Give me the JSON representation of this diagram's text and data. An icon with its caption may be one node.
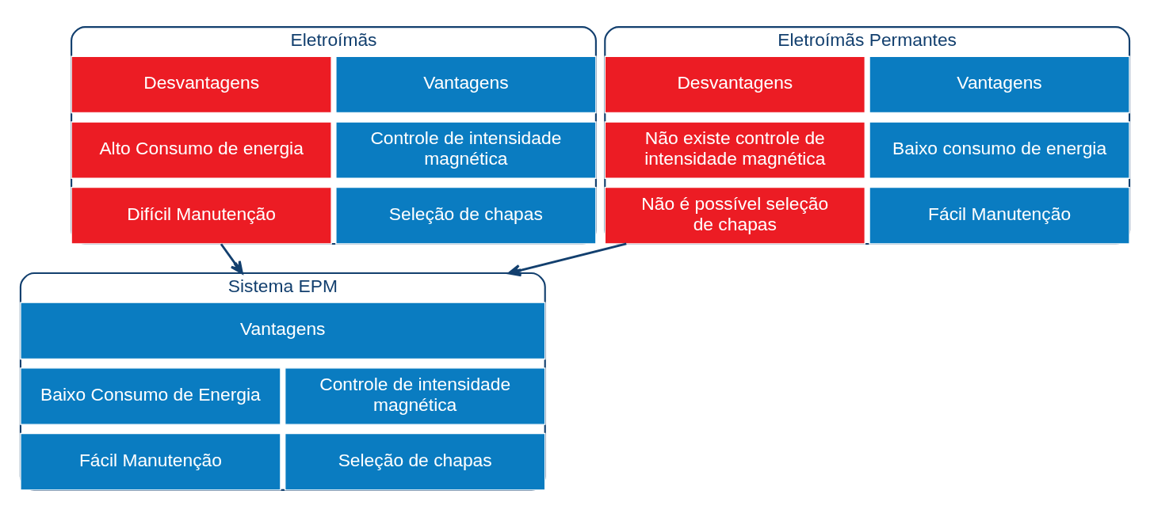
{
  "diagram": {
    "nodes": [
      {
        "text": [
          "Eletroímãs"
        ]
      },
      {
        "text": [
          "Vantagens"
        ],
        "in": 0
      },
      {
        "text": [
          "Desvantagens"
        ],
        "in": 0
      },
      {
        "text": [
          "Controle de intensidade magnética"
        ],
        "in": 0
      },
      {
        "text": [
          "Alto Consumo de energia"
        ],
        "in": 0
      },
      {
        "text": [
          "Seleção de chapas"
        ],
        "in": 0
      },
      {
        "text": [
          "Difícil Manutenção"
        ],
        "in": 0
      },
      {
        "text": [
          "Eletroímãs Permantes"
        ]
      },
      {
        "text": [
          "Vantagens"
        ],
        "in": 7
      },
      {
        "text": [
          "Desvantagens"
        ],
        "in": 7
      },
      {
        "text": [
          "Baixo consumo de energia"
        ],
        "in": 7
      },
      {
        "text": [
          "Não existe controle de intensidade magnética"
        ],
        "in": 7
      },
      {
        "text": [
          "Fácil Manutenção"
        ],
        "in": 7
      },
      {
        "text": [
          "Não é possível seleção de chapas"
        ],
        "in": 7
      },
      {
        "text": [
          "Sistema EPM"
        ]
      },
      {
        "text": [
          "Vantagens"
        ],
        "in": 14
      },
      {
        "text": [
          "Baixo Consumo de Energia"
        ],
        "in": 14
      },
      {
        "text": [
          "Controle de intensidade magnética"
        ],
        "in": 14
      },
      {
        "text": [
          "Fácil Manutenção"
        ],
        "in": 14
      },
      {
        "text": [
          "Seleção de chapas"
        ],
        "in": 14
      }
    ],
    "edges": [
      {
        "from": 0,
        "to": 14,
        "arrow": "to"
      },
      {
        "from": 7,
        "to": 14,
        "arrow": "to"
      }
    ]
  }
}
